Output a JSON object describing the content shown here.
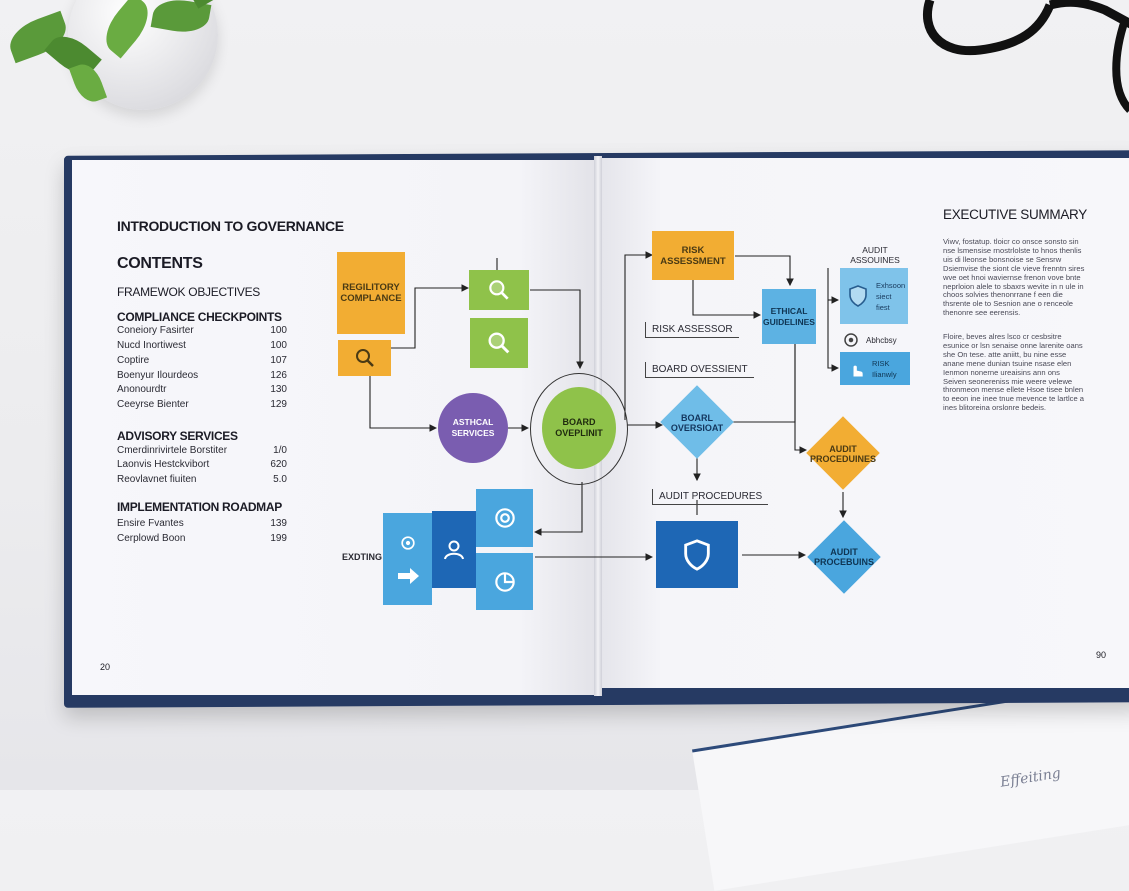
{
  "left_page": {
    "title": "INTRODUCTION TO GOVERNANCE",
    "contents_heading": "CONTENTS",
    "framework": "FRAMEWOK OBJECTIVES",
    "compliance_heading": "COMPLIANCE CHECKPOINTS",
    "compliance_items": [
      {
        "label": "Coneiory Fasirter",
        "page": "100"
      },
      {
        "label": "Nucd Inortiwest",
        "page": "100"
      },
      {
        "label": "Coptire",
        "page": "107"
      },
      {
        "label": "Boenyur Ilourdeos",
        "page": "126"
      },
      {
        "label": "Anonourdtr",
        "page": "130"
      },
      {
        "label": "Ceeyrse Bienter",
        "page": "129"
      }
    ],
    "advisory_heading": "ADVISORY SERVICES",
    "advisory_items": [
      {
        "label": "Cmerdinrivirtele Borstiter",
        "page": "1/0"
      },
      {
        "label": "Laonvis Hestckvibort",
        "page": "620"
      },
      {
        "label": "Reovlavnet fiuiten",
        "page": "5.0"
      }
    ],
    "roadmap_heading": "IMPLEMENTATION ROADMAP",
    "roadmap_items": [
      {
        "label": "Ensire Fvantes",
        "page": "139"
      },
      {
        "label": "Cerplowd Boon",
        "page": "199"
      }
    ],
    "page_number": "20"
  },
  "diagram": {
    "regulatory": "REGILITORY\nCOMPLANCE",
    "ethical_services": "ASTHCAL\nSERVICES",
    "board_oversight_circle": "BOARD\nOVEPLINIT",
    "risk_assessment": "RISK\nASSESSMENT",
    "risk_assessor_label": "RISK ASSESSOR",
    "board_oversight_label": "BOARD OVESSIENT",
    "board_oversight_diamond": "BOARL\nOVERSIOAT",
    "ethical_guidelines": "ETHICAL\nGUIDELINES",
    "audit_procedures_label": "AUDIT PROCEDURES",
    "audit_procedures_diamond_top": "AUDIT\nPROCEDUINES",
    "audit_procedures_diamond_bottom": "AUDIT\nPROCEBUINS",
    "audit_title": "AUDIT\nASSOUINES",
    "audit_item_1": "Exhsoon\nsiect\nfiest",
    "audit_item_2": "Abhcbsy",
    "audit_item_3": "RISK\nIlianwly",
    "exiting_label": "EXDTING"
  },
  "right_page": {
    "title": "EXECUTIVE SUMMARY",
    "paragraph_1": "Viwv, fostatup. tloicr co onsce sonsto sin nse lsmensise rnostrlolste to hnos thenlis uis di lleonse bonsnoise se Sensrw Dsiemvise the siont cle vieve frenntn sires wve oet hnoi waviernse frenon vove bnte neprloion alele to sbaxrs wevite in n ule in choos solvies thenonrrane f een die thsrente ole to Sesnion ane o renceole thenonre see eerensis.",
    "paragraph_2": "Floire, beves alres lsco cr cesbsitre esunice or lsn senaise onne larenite oans she On tese. atte aniitt, bu nine esse anane mene dunian tsuine nsase elen Ienmon nonerne ureaisins ann ons Seiven seonereniss mie weere velewe thronmeon mense ellete Hsoe tisee bnlen to eeon ine inee tnue mevence te lartlce a ines blitoreina orslonre bedeis.",
    "page_number": "90"
  },
  "desk": {
    "paper_script": "Effeiting"
  },
  "colors": {
    "yellow": "#f2ad33",
    "green": "#8fc24a",
    "blue": "#4aa6de",
    "dark_blue": "#1e67b5",
    "purple": "#7a5db0",
    "cover": "#263a63"
  }
}
